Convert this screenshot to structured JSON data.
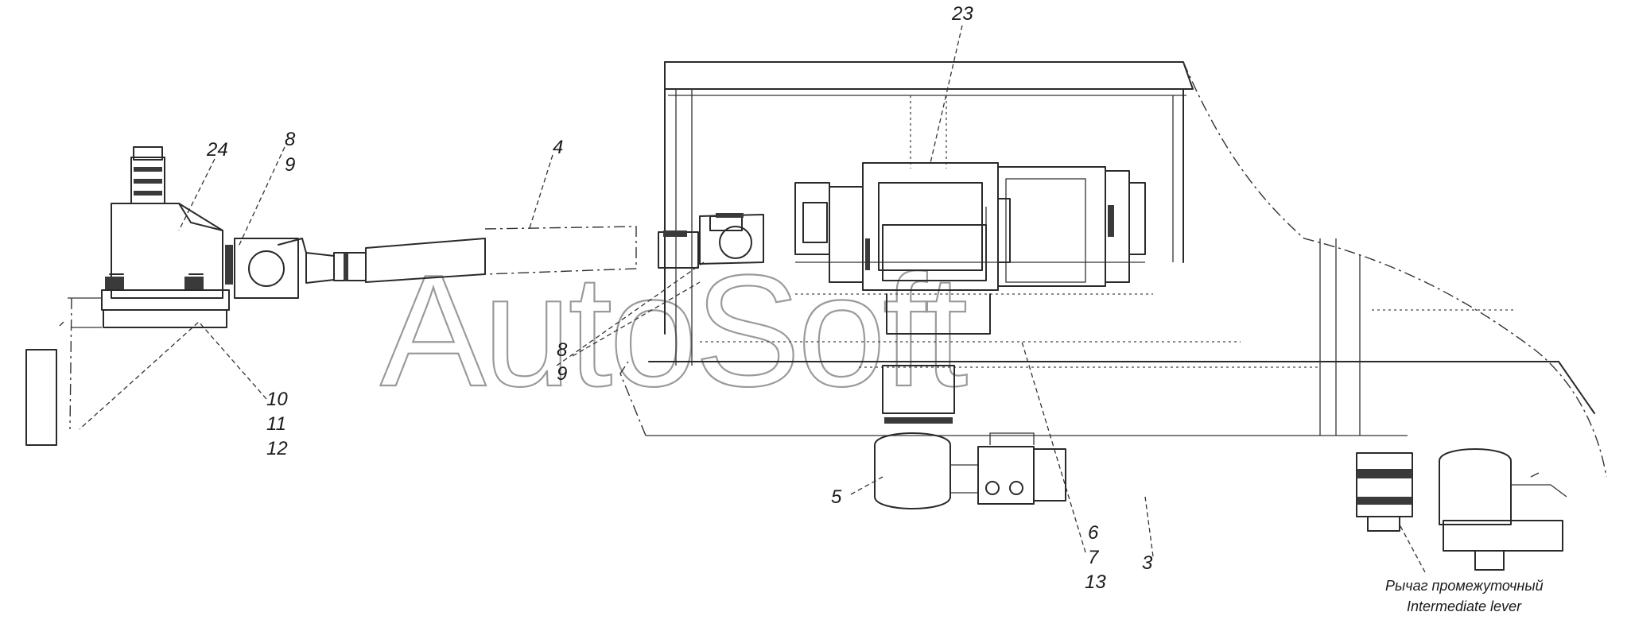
{
  "watermark": "AutoSoft",
  "callouts": {
    "c23": "23",
    "c24": "24",
    "c8a": "8",
    "c9a": "9",
    "c4": "4",
    "c8b": "8",
    "c9b": "9",
    "c10": "10",
    "c11": "11",
    "c12": "12",
    "c5": "5",
    "c6": "6",
    "c7": "7",
    "c13": "13",
    "c3": "3"
  },
  "caption": {
    "ru": "Рычаг промежуточный",
    "en": "Intermediate lever"
  }
}
